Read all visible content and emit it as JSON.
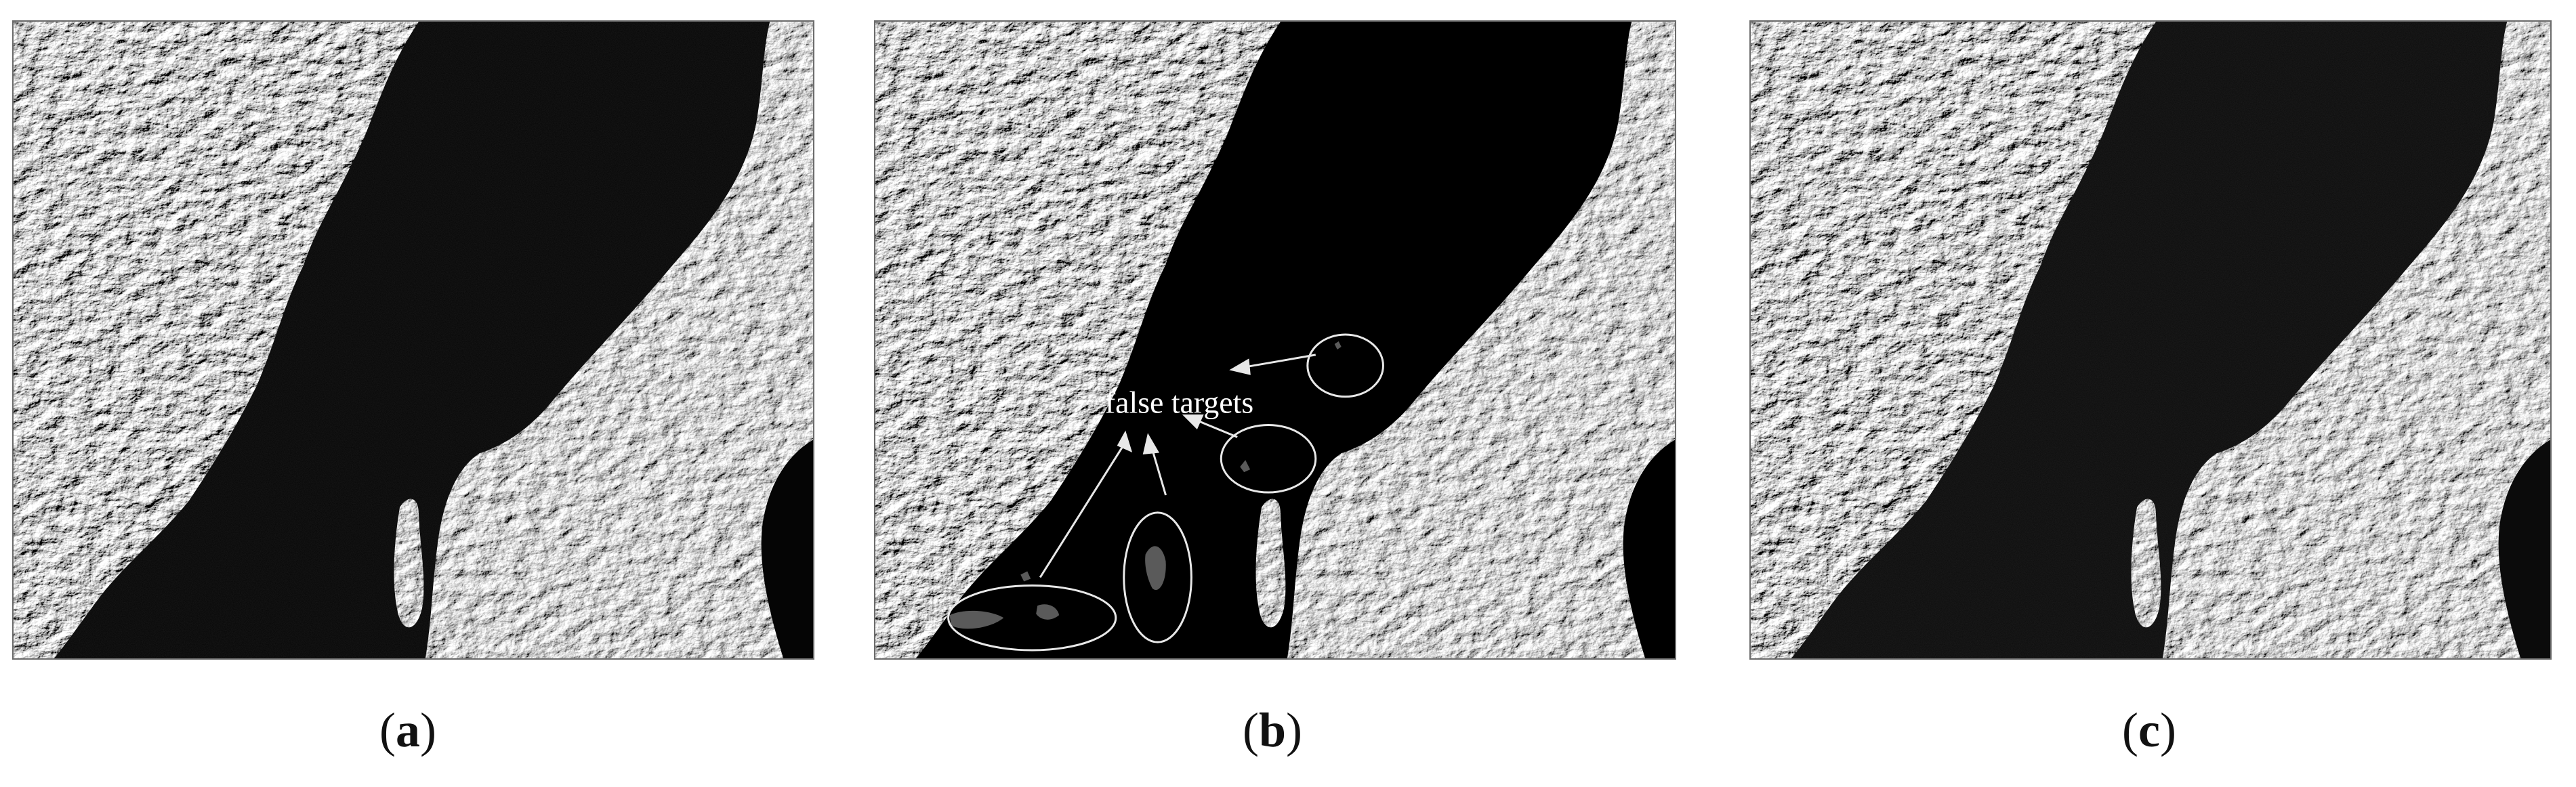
{
  "panels": [
    {
      "id": "a",
      "caption_letter": "a"
    },
    {
      "id": "b",
      "caption_letter": "b",
      "annotation": "false targets"
    },
    {
      "id": "c",
      "caption_letter": "c"
    }
  ],
  "colors": {
    "water": "#050505",
    "land_base": "#8a8a8a",
    "land_shadow": "#3a3a3a",
    "land_highlight": "#d2d2d2",
    "annotation": "#e8e8e8"
  }
}
